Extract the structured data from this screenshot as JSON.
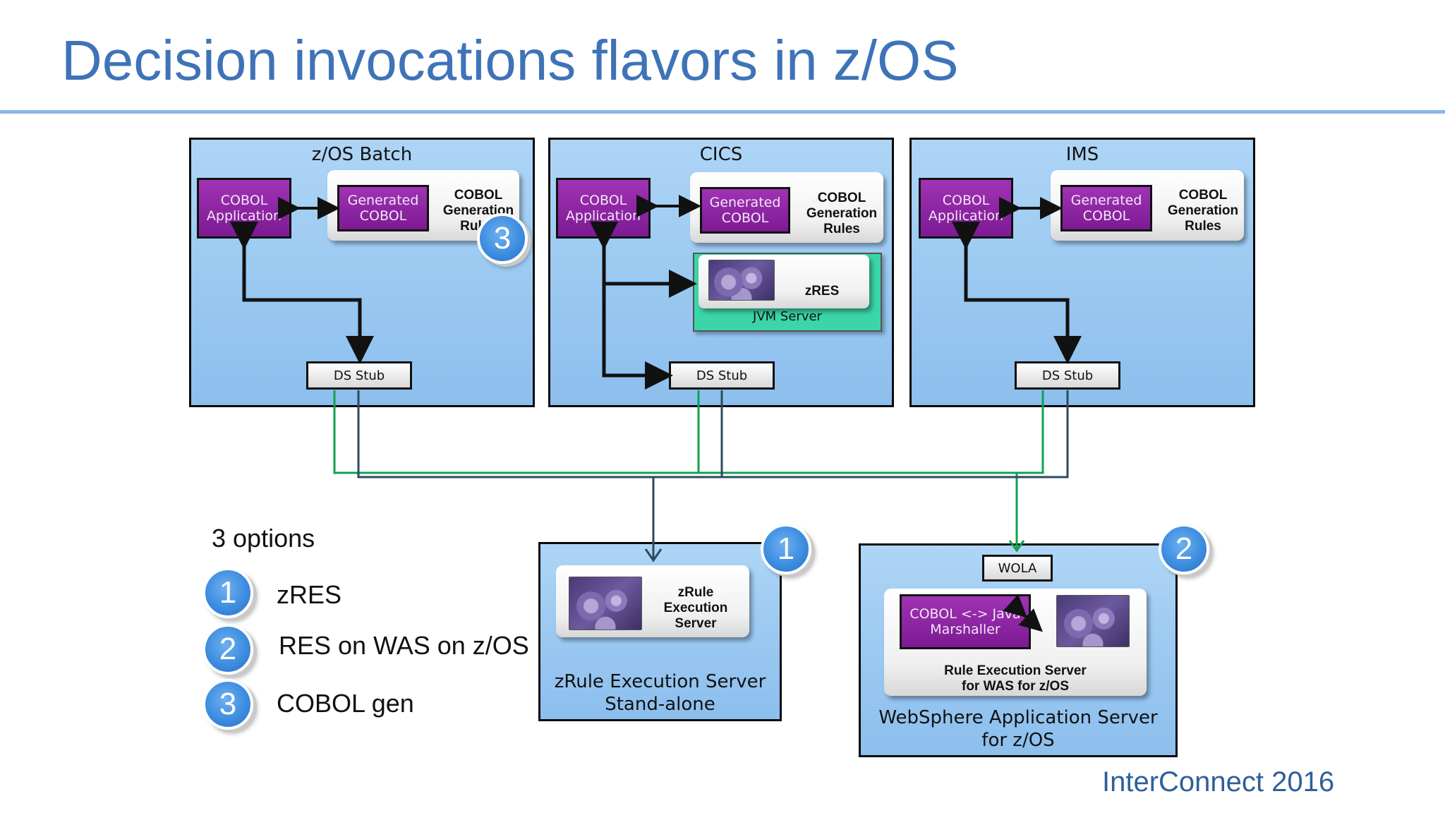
{
  "slide": {
    "title": "Decision invocations flavors in z/OS",
    "footer": "InterConnect 2016"
  },
  "panels": {
    "batch": {
      "title": "z/OS Batch",
      "cobol_app": [
        "COBOL",
        "Application"
      ],
      "generated_cobol": [
        "Generated",
        "COBOL"
      ],
      "gen_rules": [
        "COBOL",
        "Generation",
        "Rules"
      ],
      "ds_stub": "DS Stub"
    },
    "cics": {
      "title": "CICS",
      "cobol_app": [
        "COBOL",
        "Application"
      ],
      "generated_cobol": [
        "Generated",
        "COBOL"
      ],
      "gen_rules": [
        "COBOL",
        "Generation",
        "Rules"
      ],
      "zres": "zRES",
      "jvm_server": "JVM Server",
      "ds_stub": "DS Stub"
    },
    "ims": {
      "title": "IMS",
      "cobol_app": [
        "COBOL",
        "Application"
      ],
      "generated_cobol": [
        "Generated",
        "COBOL"
      ],
      "gen_rules": [
        "COBOL",
        "Generation",
        "Rules"
      ],
      "ds_stub": "DS Stub"
    }
  },
  "zrule": {
    "inner": [
      "zRule",
      "Execution",
      "Server"
    ],
    "caption": [
      "zRule Execution Server",
      "Stand-alone"
    ]
  },
  "was": {
    "wola": "WOLA",
    "marshaller": [
      "COBOL <-> Java",
      "Marshaller"
    ],
    "res": [
      "Rule Execution Server",
      "for WAS for z/OS"
    ],
    "caption": [
      "WebSphere Application Server",
      "for z/OS"
    ]
  },
  "options": {
    "heading": "3 options",
    "items": [
      {
        "num": "1",
        "label": "zRES"
      },
      {
        "num": "2",
        "label": "RES on WAS on z/OS"
      },
      {
        "num": "3",
        "label": "COBOL gen"
      }
    ]
  },
  "badges": {
    "batch": "3",
    "zrule": "1",
    "was": "2"
  },
  "colors": {
    "title": "#3f73b8",
    "panel_blue": "#98c7f0",
    "cobol_purple": "#8a229f",
    "jvm_green": "#3bd5a8",
    "line_green": "#12a150",
    "line_navy": "#2d4a5e",
    "badge_blue": "#3d8de0"
  }
}
